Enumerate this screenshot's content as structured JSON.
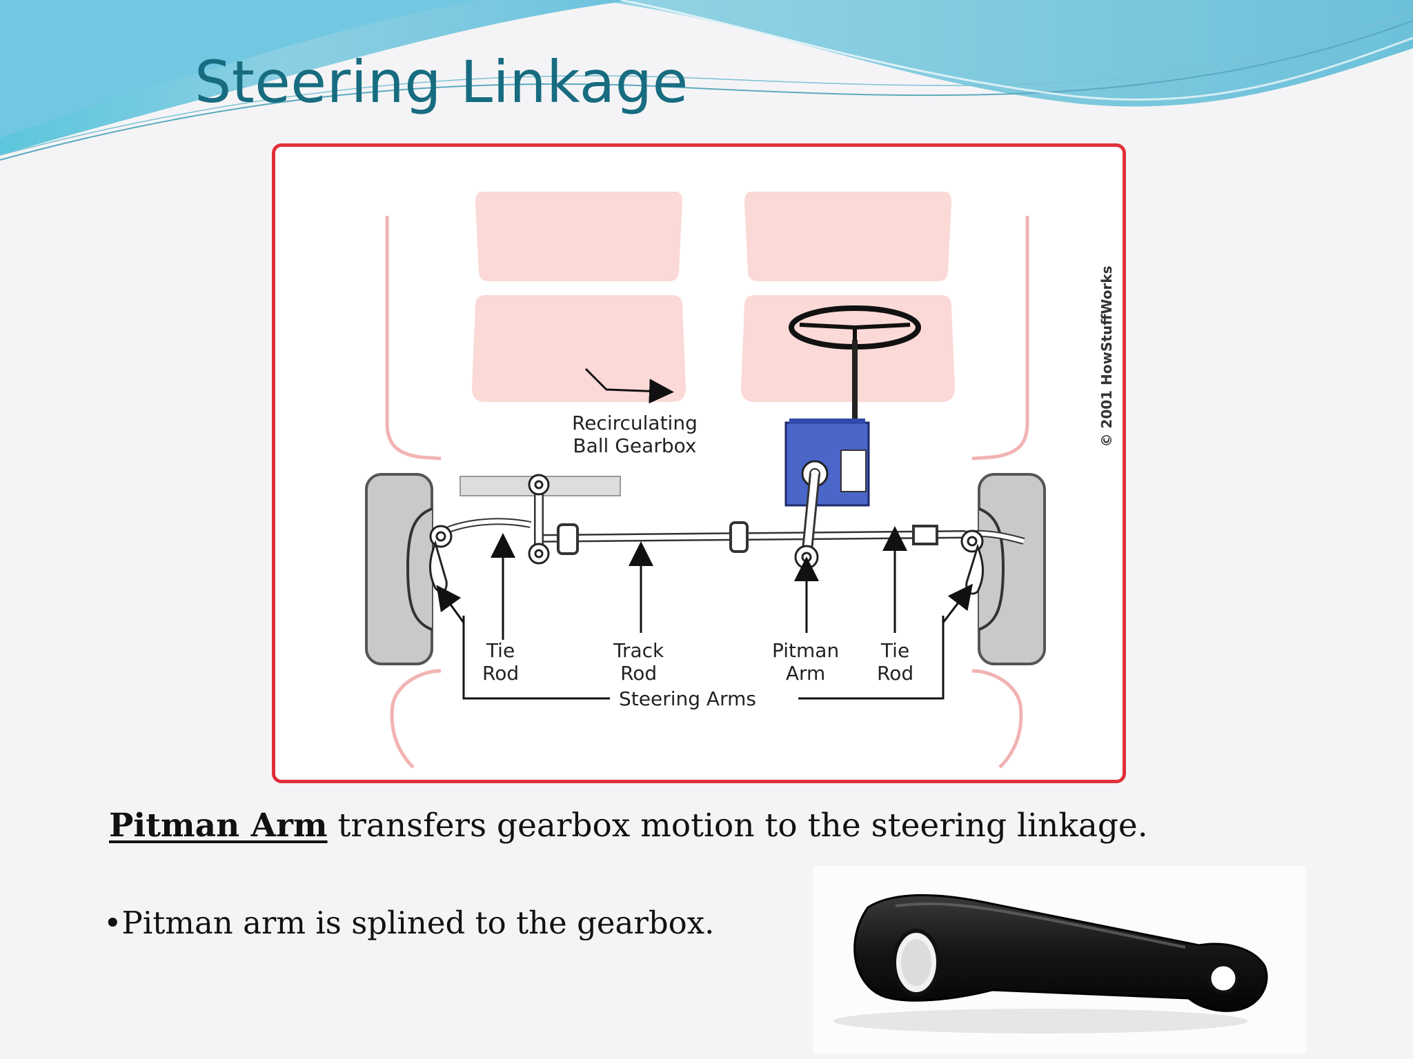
{
  "slide": {
    "title": "Steering Linkage",
    "caption": {
      "term": "Pitman Arm",
      "text": " transfers gearbox motion to the steering linkage."
    },
    "bullets": [
      {
        "marker": "•",
        "text": "Pitman arm is splined to the gearbox."
      }
    ]
  },
  "diagram": {
    "copyright": "© 2001 HowStuffWorks",
    "labels": {
      "gearbox_line1": "Recirculating",
      "gearbox_line2": "Ball Gearbox",
      "tie_rod_left_1": "Tie",
      "tie_rod_left_2": "Rod",
      "track_rod_1": "Track",
      "track_rod_2": "Rod",
      "pitman_arm_1": "Pitman",
      "pitman_arm_2": "Arm",
      "tie_rod_right_1": "Tie",
      "tie_rod_right_2": "Rod",
      "steering_arms": "Steering Arms"
    }
  },
  "colors": {
    "title": "#176c80",
    "frame_border": "#e0303a",
    "seat": "#fbd9d6",
    "gearbox": "#4a66c9",
    "body_outline": "#f2b3b3"
  }
}
